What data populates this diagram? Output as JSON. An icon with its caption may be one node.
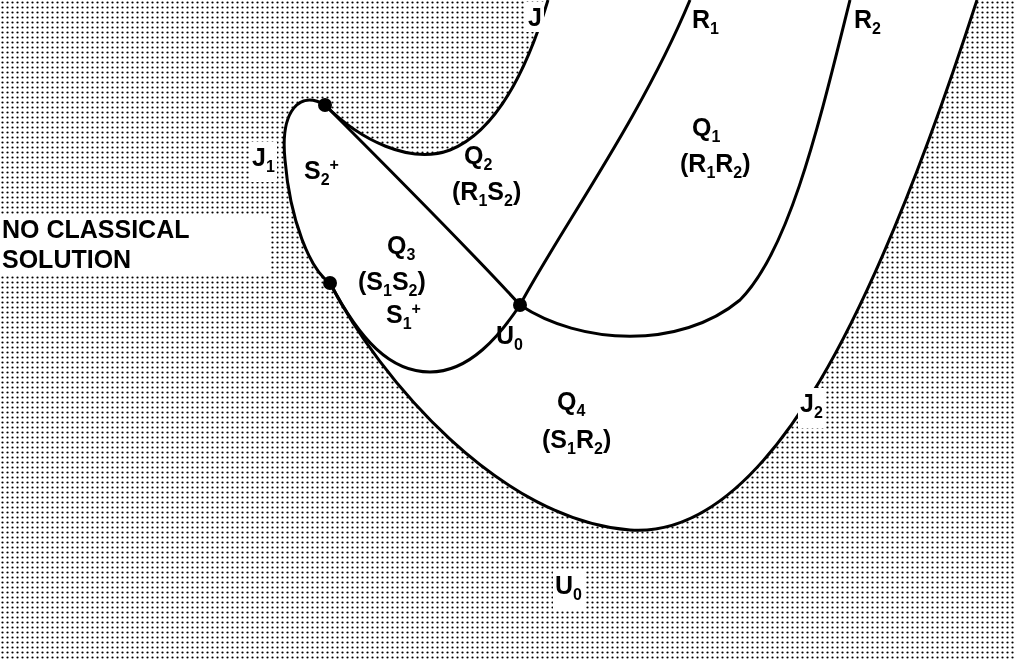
{
  "diagram": {
    "labels": [
      "J",
      "R$_{1}$",
      "R$_{2}$",
      "Q$_{1}$",
      "(R$_{1}$R$_{2}$)",
      "J$_{1}$",
      "S$_{2}$$^{+}$",
      "Q$_{2}$",
      "(R$_{1}$S$_{2}$)",
      "NO CLASSICAL SOLUTION",
      "Q$_{3}$",
      "(S$_{1}$S$_{2}$)",
      "U$_{0}$",
      "S$_{1}$$^{+}$",
      "Q$_{4}$",
      "J$_{2}$",
      "(S$_{1}$R$_{2}$)",
      "U$_{0}$"
    ]
  }
}
